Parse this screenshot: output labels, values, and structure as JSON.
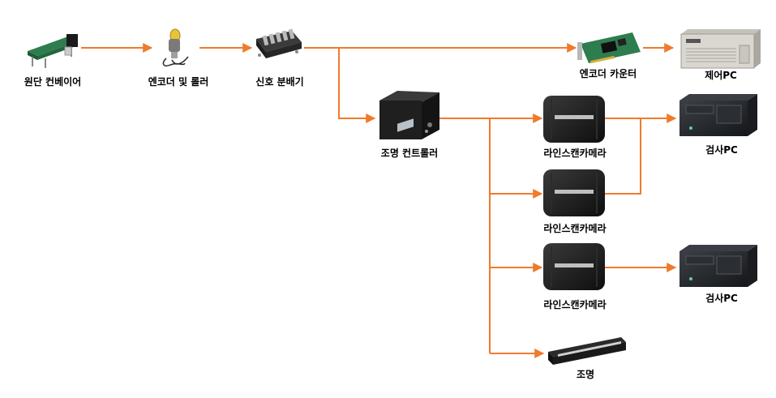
{
  "colors": {
    "connector": "#f07a2c",
    "device_dark": "#1c1c1c",
    "pcb_green": "#2e7d4f",
    "pc_beige": "#d9d7d0",
    "pc_black": "#202326"
  },
  "nodes": {
    "conveyor": {
      "label": "원단 컨베이어",
      "icon": "conveyor-belt-icon"
    },
    "encoder_roller": {
      "label": "엔코더 및 롤러",
      "icon": "encoder-roller-icon"
    },
    "signal_splitter": {
      "label": "신호 분배기",
      "icon": "signal-splitter-icon"
    },
    "encoder_counter": {
      "label": "엔코더 카운터",
      "icon": "counter-board-icon"
    },
    "control_pc": {
      "label": "제어PC",
      "icon": "industrial-pc-icon"
    },
    "light_controller": {
      "label": "조명 컨트롤러",
      "icon": "light-controller-icon"
    },
    "camera_1": {
      "label": "라인스캔카메라",
      "icon": "line-scan-camera-icon"
    },
    "camera_2": {
      "label": "라인스캔카메라",
      "icon": "line-scan-camera-icon"
    },
    "camera_3": {
      "label": "라인스캔카메라",
      "icon": "line-scan-camera-icon"
    },
    "inspection_pc_1": {
      "label": "검사PC",
      "icon": "rack-pc-icon"
    },
    "inspection_pc_2": {
      "label": "검사PC",
      "icon": "rack-pc-icon"
    },
    "lighting": {
      "label": "조명",
      "icon": "bar-light-icon"
    }
  }
}
